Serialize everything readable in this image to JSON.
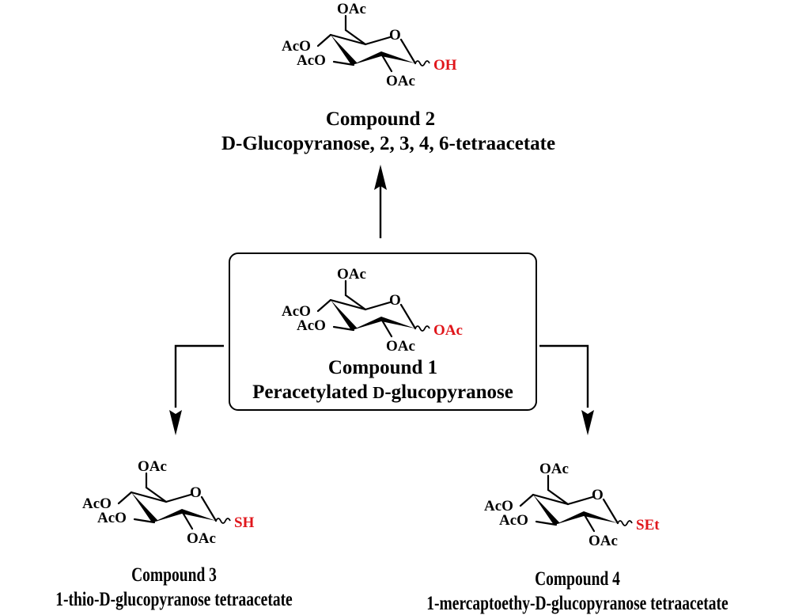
{
  "diagram": {
    "type": "reaction-scheme",
    "colors": {
      "substituent_highlight": "#e0161b",
      "ink": "#000000"
    },
    "compounds": [
      {
        "id": "compound-1",
        "title": "Compound 1",
        "name_prefix": "Peracetylated ",
        "name_smallcaps": "D",
        "name_suffix": "-glucopyranose",
        "boxed": true,
        "labels": {
          "c6": "OAc",
          "c4": "AcO",
          "c3": "AcO",
          "ring_o": "O",
          "c2": "OAc",
          "anomeric": "OAc"
        }
      },
      {
        "id": "compound-2",
        "title": "Compound 2",
        "name": "D-Glucopyranose, 2, 3, 4, 6-tetraacetate",
        "labels": {
          "c6": "OAc",
          "c4": "AcO",
          "c3": "AcO",
          "ring_o": "O",
          "c2": "OAc",
          "anomeric": "OH"
        }
      },
      {
        "id": "compound-3",
        "title": "Compound 3",
        "name": "1-thio-D-glucopyranose tetraacetate",
        "labels": {
          "c6": "OAc",
          "c4": "AcO",
          "c3": "AcO",
          "ring_o": "O",
          "c2": "OAc",
          "anomeric": "SH"
        }
      },
      {
        "id": "compound-4",
        "title": "Compound 4",
        "name": "1-mercaptoethy-D-glucopyranose tetraacetate",
        "labels": {
          "c6": "OAc",
          "c4": "AcO",
          "c3": "AcO",
          "ring_o": "O",
          "c2": "OAc",
          "anomeric": "SEt"
        }
      }
    ],
    "arrows": [
      {
        "from": "compound-1",
        "to": "compound-2",
        "direction": "up"
      },
      {
        "from": "compound-1",
        "to": "compound-3",
        "direction": "left-then-down"
      },
      {
        "from": "compound-1",
        "to": "compound-4",
        "direction": "right-then-down"
      }
    ]
  }
}
